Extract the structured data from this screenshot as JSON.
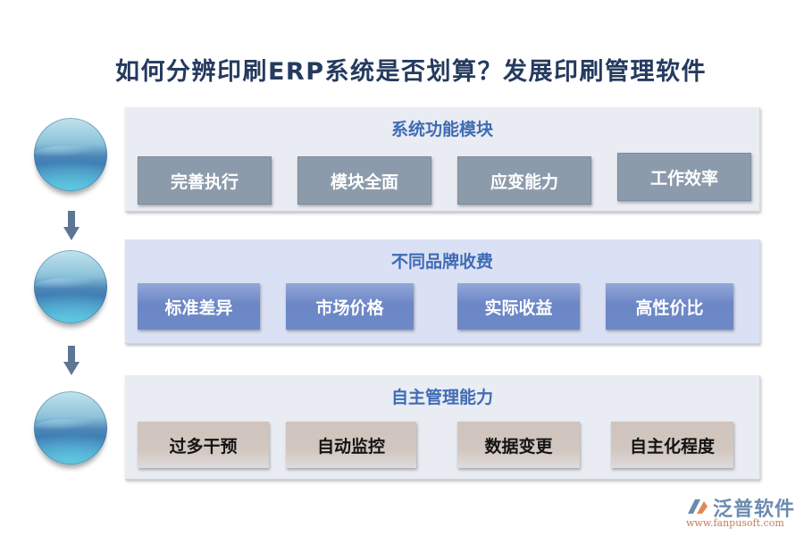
{
  "title": "如何分辨印刷ERP系统是否划算？发展印刷管理软件",
  "sections": [
    {
      "title": "系统功能模块",
      "items": [
        "完善执行",
        "模块全面",
        "应变能力",
        "工作效率"
      ]
    },
    {
      "title": "不同品牌收费",
      "items": [
        "标准差异",
        "市场价格",
        "实际收益",
        "高性价比"
      ]
    },
    {
      "title": "自主管理能力",
      "items": [
        "过多干预",
        "自动监控",
        "数据变更",
        "自主化程度"
      ]
    }
  ],
  "logo": {
    "name": "泛普软件",
    "url": "www.fanpusoft.com"
  },
  "colors": {
    "title": "#253a5e",
    "section_title": "#3f6cb5",
    "arrow": "#5d7694",
    "section1_button": "#8c9bac",
    "section2_button": "#6c86c6",
    "section3_button": "#d2c7c0"
  }
}
